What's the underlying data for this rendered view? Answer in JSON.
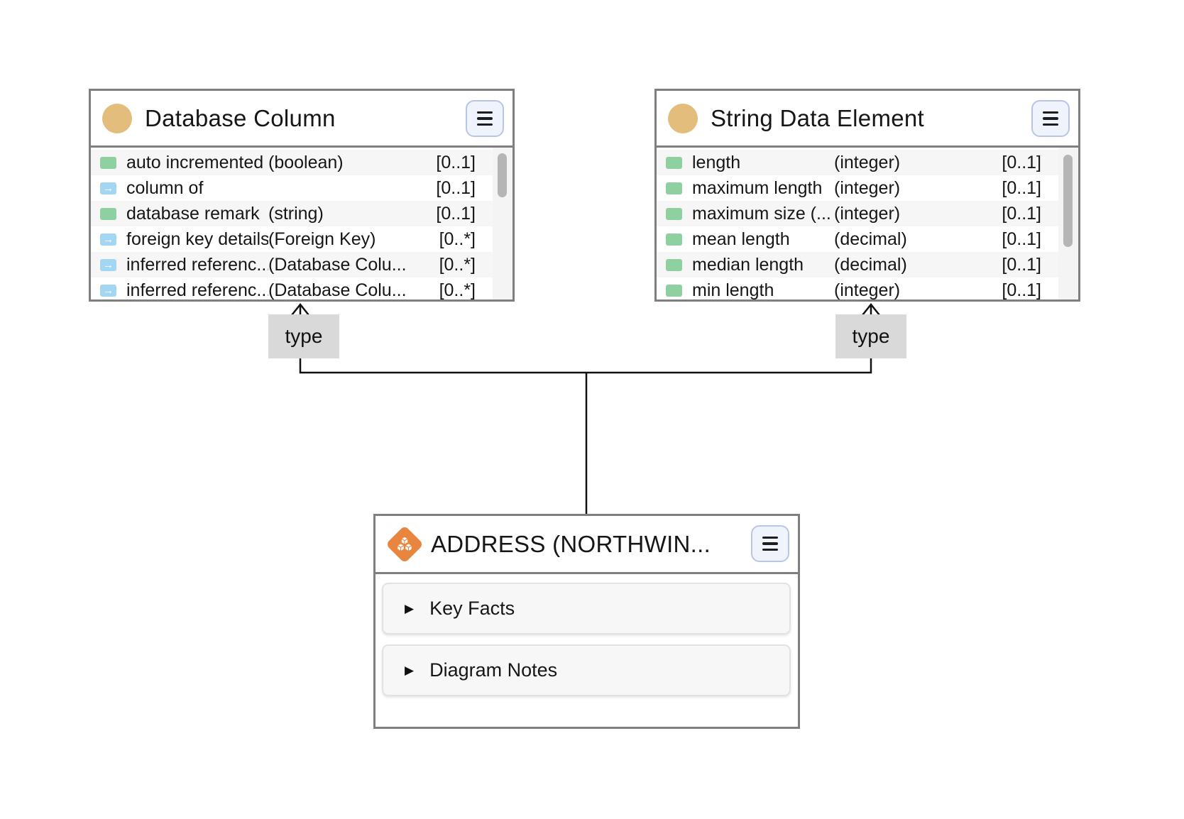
{
  "diagram": {
    "nodes": {
      "database_column": {
        "title": "Database Column",
        "kind": "class",
        "attributes": [
          {
            "kind": "attribute",
            "name": "auto incremented",
            "datatype": "(boolean)",
            "cardinality": "[0..1]"
          },
          {
            "kind": "reference",
            "name": "column of",
            "datatype": "",
            "cardinality": "[0..1]"
          },
          {
            "kind": "attribute",
            "name": "database remark",
            "datatype": "(string)",
            "cardinality": "[0..1]"
          },
          {
            "kind": "reference",
            "name": "foreign key details",
            "datatype": "(Foreign Key)",
            "cardinality": "[0..*]"
          },
          {
            "kind": "reference",
            "name": "inferred referenc...",
            "datatype": "(Database Colu...",
            "cardinality": "[0..*]"
          },
          {
            "kind": "reference",
            "name": "inferred referenc...",
            "datatype": "(Database Colu...",
            "cardinality": "[0..*]"
          }
        ]
      },
      "string_data_element": {
        "title": "String Data Element",
        "kind": "class",
        "attributes": [
          {
            "kind": "attribute",
            "name": "length",
            "datatype": "(integer)",
            "cardinality": "[0..1]"
          },
          {
            "kind": "attribute",
            "name": "maximum length",
            "datatype": "(integer)",
            "cardinality": "[0..1]"
          },
          {
            "kind": "attribute",
            "name": "maximum size (...",
            "datatype": "(integer)",
            "cardinality": "[0..1]"
          },
          {
            "kind": "attribute",
            "name": "mean length",
            "datatype": "(decimal)",
            "cardinality": "[0..1]"
          },
          {
            "kind": "attribute",
            "name": "median length",
            "datatype": "(decimal)",
            "cardinality": "[0..1]"
          },
          {
            "kind": "attribute",
            "name": "min length",
            "datatype": "(integer)",
            "cardinality": "[0..1]"
          }
        ]
      },
      "address": {
        "title": "ADDRESS (NORTHWIN...",
        "kind": "object",
        "sections": [
          {
            "label": "Key Facts",
            "state": "collapsed"
          },
          {
            "label": "Diagram Notes",
            "state": "collapsed"
          }
        ]
      }
    },
    "edges": [
      {
        "from": "address",
        "to": "database_column",
        "label": "type"
      },
      {
        "from": "address",
        "to": "string_data_element",
        "label": "type"
      }
    ]
  },
  "colors": {
    "node_border": "#7f7f7f",
    "class_accent": "#e3bd7b",
    "attribute_green": "#8fd0a1",
    "reference_blue": "#a3d6f2",
    "object_orange": "#e8863f",
    "edge_label_bg": "#d9d9d9",
    "row_alt_bg": "#f6f6f6",
    "menu_button_bg": "#eff3fb",
    "menu_button_border": "#b9c5e6",
    "line": "#111111"
  }
}
